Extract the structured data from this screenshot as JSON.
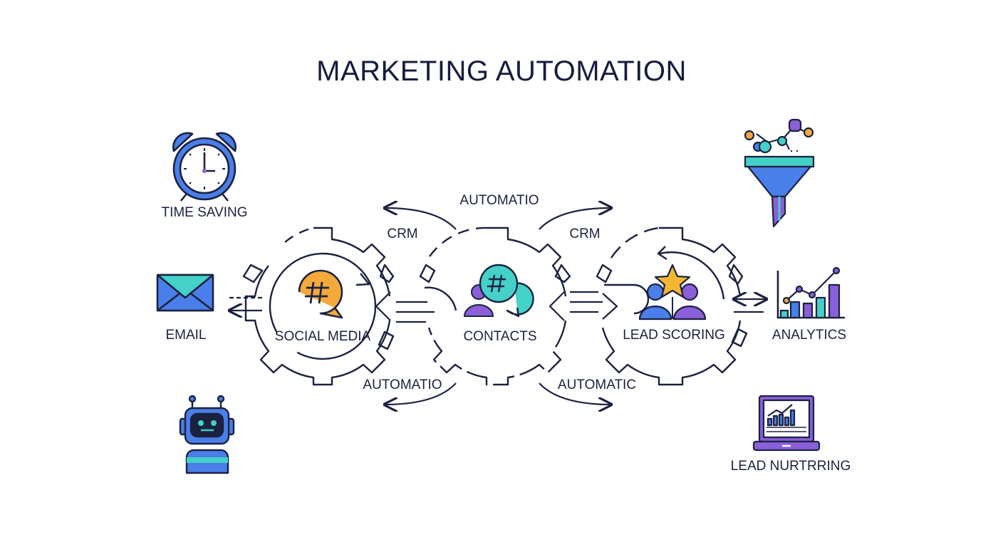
{
  "title": "MARKETING AUTOMATION",
  "hubs": {
    "social_media": "SOCIAL MEDIA",
    "contacts": "CONTACTS",
    "lead_scoring": "LEAD SCORING"
  },
  "arrows": {
    "top_center": "AUTOMATIO",
    "top_left": "CRM",
    "top_right": "CRM",
    "bottom_left": "AUTOMATIO",
    "bottom_right": "AUTOMATIC"
  },
  "side_items": {
    "time_saving": "TIME SAVING",
    "email": "EMAIL",
    "analytics": "ANALYTICS",
    "lead_nurturing": "LEAD NURTRRING"
  },
  "icons": {
    "time_saving": "alarm-clock-icon",
    "email": "envelope-icon",
    "robot": "robot-icon",
    "funnel": "funnel-icon",
    "analytics": "bar-line-chart-icon",
    "lead_nurturing": "laptop-chart-icon",
    "social_media": "hashtag-bubble-icon",
    "contacts": "chat-bubbles-people-icon",
    "lead_scoring": "people-star-icon"
  },
  "colors": {
    "ink": "#1b2240",
    "blue": "#4a7ee8",
    "teal": "#43d1c8",
    "purple": "#8a5fd8",
    "orange": "#f5a93a"
  }
}
